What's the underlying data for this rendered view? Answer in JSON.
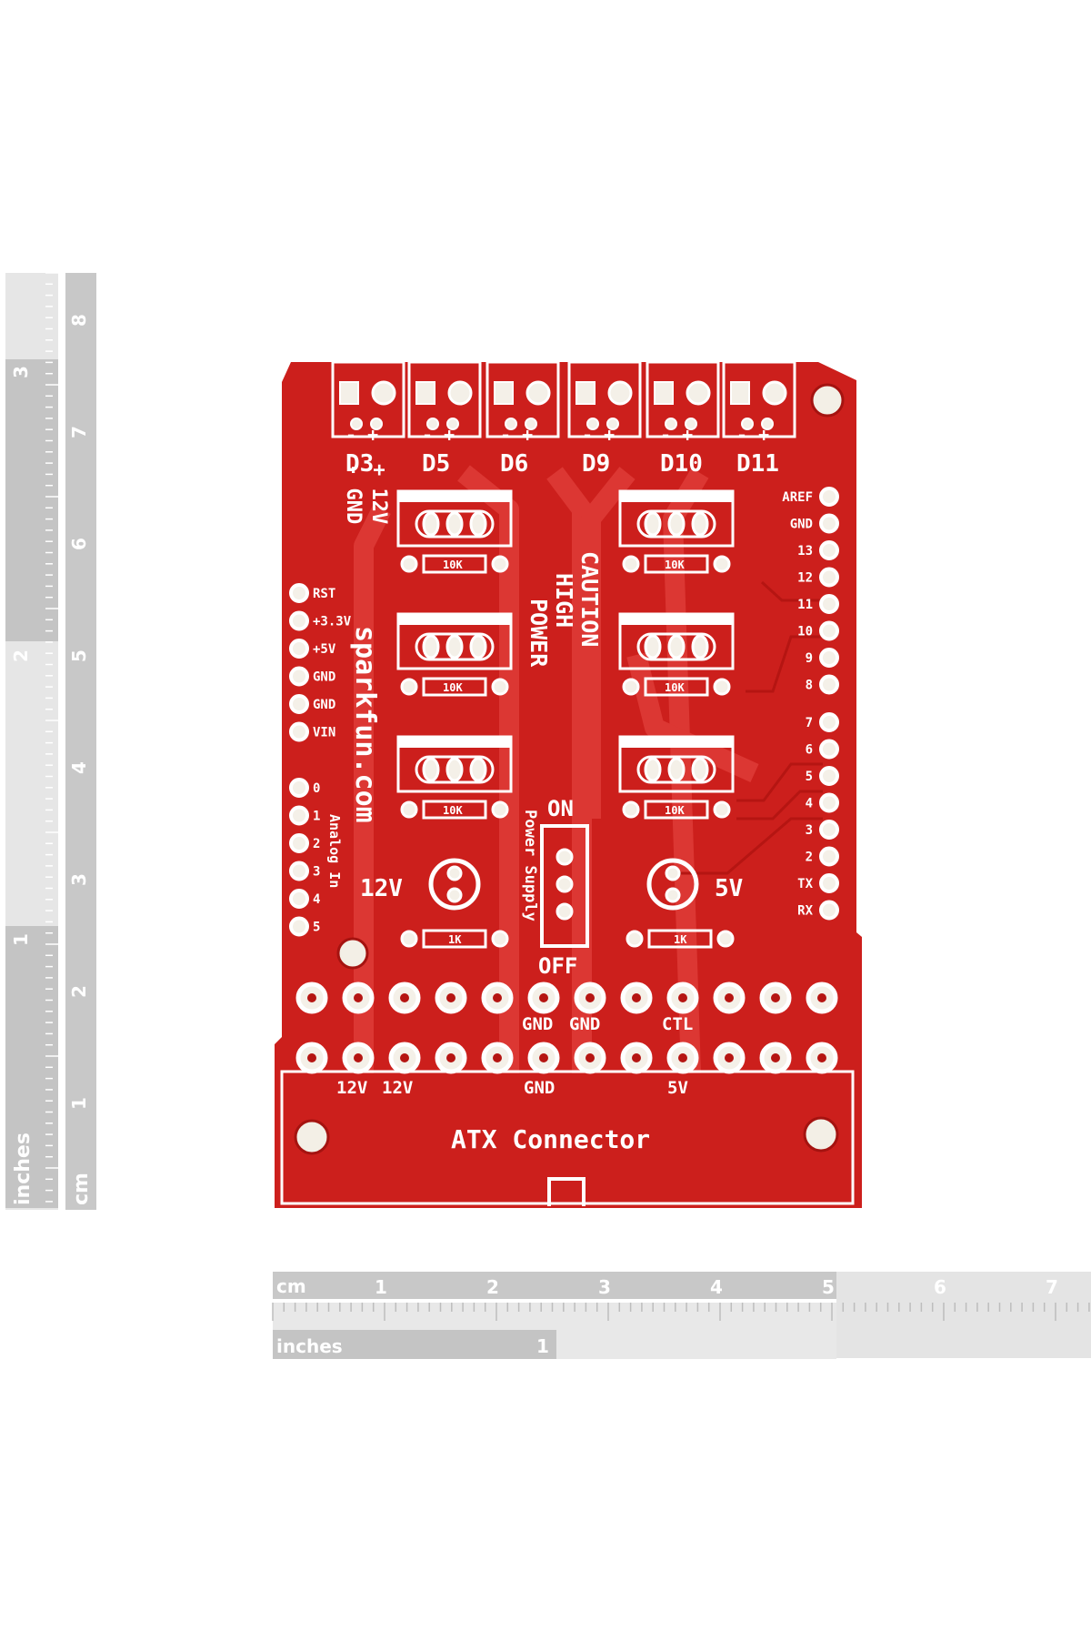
{
  "colors": {
    "pcb": "#cc1f1c",
    "pcb_dark": "#b31613",
    "trace": "#dd3a35",
    "pad": "#f4f0e8",
    "ruler": "#c8c8c8",
    "ruler_light": "#e2e2e2"
  },
  "board": {
    "channels": [
      "D3",
      "D5",
      "D6",
      "D9",
      "D10",
      "D11"
    ],
    "terminal_signs": "- +",
    "power_labels": [
      "+ 12V",
      "- GND"
    ],
    "caution": [
      "CAUTION",
      "HIGH",
      "POWER"
    ],
    "brand": "sparkfun.com",
    "resistor_10k": "10K",
    "resistor_1k": "1K",
    "left_header": [
      "RST",
      "+3.3V",
      "+5V",
      "GND",
      "GND",
      "VIN"
    ],
    "analog_pins": [
      "0",
      "1",
      "2",
      "3",
      "4",
      "5"
    ],
    "analog_label": "Analog In",
    "right_header": [
      "AREF",
      "GND",
      "13",
      "12",
      "11",
      "10",
      "9",
      "8",
      "7",
      "6",
      "5",
      "4",
      "3",
      "2",
      "TX",
      "RX"
    ],
    "led_left": "12V",
    "led_right": "5V",
    "switch_on": "ON",
    "switch_off": "OFF",
    "switch_label": "Power Supply",
    "atx_top_labels": [
      "GND",
      "GND",
      "CTL"
    ],
    "atx_bottom_labels": [
      "12V",
      "12V",
      "GND",
      "5V"
    ],
    "atx_title": "ATX Connector"
  },
  "rulers": {
    "vertical_inches_label": "inches",
    "vertical_cm_label": "cm",
    "vertical_inch_numbers": [
      "1",
      "2",
      "3"
    ],
    "vertical_cm_numbers": [
      "1",
      "2",
      "3",
      "4",
      "5",
      "6",
      "7",
      "8"
    ],
    "horizontal_cm_label": "cm",
    "horizontal_inches_label": "inches",
    "horizontal_cm_numbers": [
      "1",
      "2",
      "3",
      "4",
      "5",
      "6",
      "7"
    ],
    "horizontal_inch_numbers": [
      "1"
    ]
  }
}
